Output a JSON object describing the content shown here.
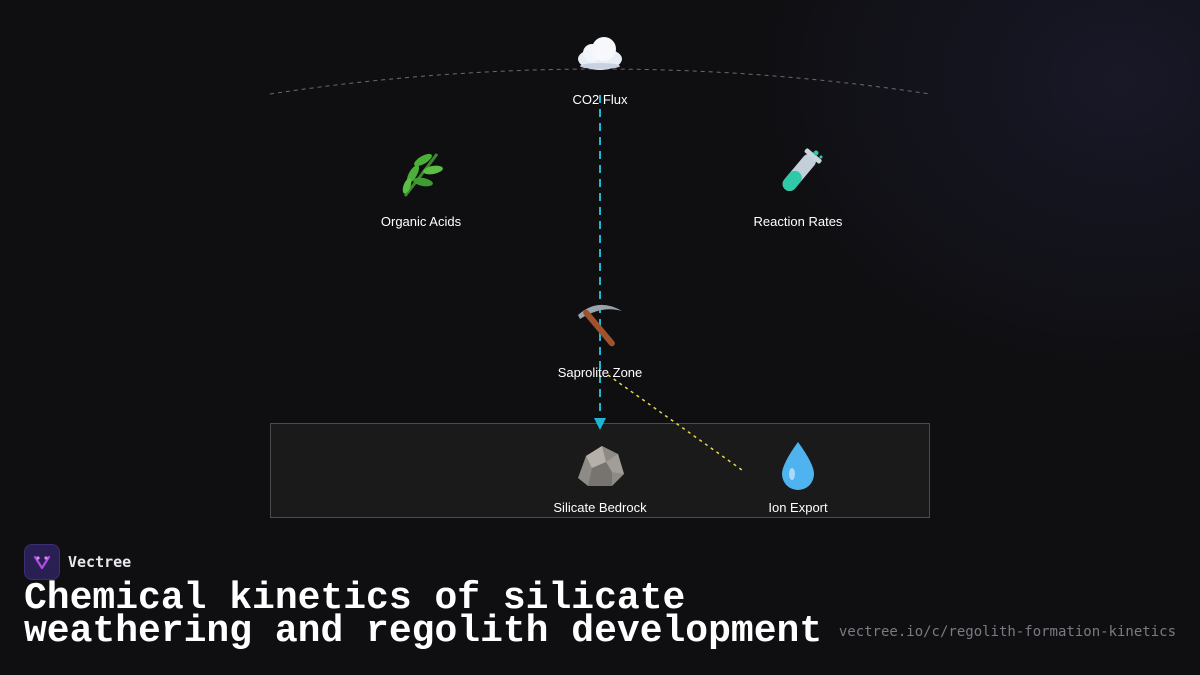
{
  "diagram": {
    "nodes": {
      "co2": {
        "label": "CO2 Flux",
        "icon": "cloud-icon"
      },
      "organic": {
        "label": "Organic Acids",
        "icon": "herb-icon"
      },
      "reaction": {
        "label": "Reaction Rates",
        "icon": "test-tube-icon"
      },
      "saprolite": {
        "label": "Saprolite Zone",
        "icon": "pick-icon"
      },
      "bedrock": {
        "label": "Silicate Bedrock",
        "icon": "rock-icon"
      },
      "ion": {
        "label": "Ion Export",
        "icon": "droplet-icon"
      }
    },
    "edges": [
      {
        "from": "co2",
        "to": "bedrock",
        "style": "dashed",
        "color": "#1fb6d4",
        "arrow": true
      },
      {
        "from": "saprolite",
        "to": "ion",
        "style": "dotted",
        "color": "#e8d84a",
        "arrow": false
      }
    ]
  },
  "brand": {
    "name": "Vectree"
  },
  "title": "Chemical kinetics of silicate weathering and regolith development",
  "url": "vectree.io/c/regolith-formation-kinetics",
  "colors": {
    "background": "#0f0f12",
    "flow_line": "#1fb6d4",
    "secondary_line": "#e8d84a",
    "bedrock_box_fill": "#1a1a1a",
    "brand_logo": "#2a1f52"
  }
}
